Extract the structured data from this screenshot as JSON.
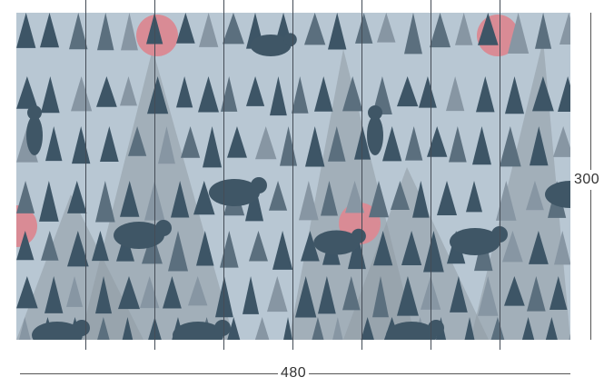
{
  "dimensions": {
    "width_label": "480",
    "height_label": "300"
  },
  "mural": {
    "panel_count": 8,
    "colors": {
      "background": "#b8c7d3",
      "tree_dark": "#3d5566",
      "tree_mid": "#5b6f7e",
      "tree_light": "#8796a3",
      "bear": "#3f5666",
      "sun": "#d98b95",
      "mountain": "#8f9aa4"
    },
    "motifs": [
      "pine-tree",
      "bear",
      "sun",
      "mountain"
    ]
  }
}
